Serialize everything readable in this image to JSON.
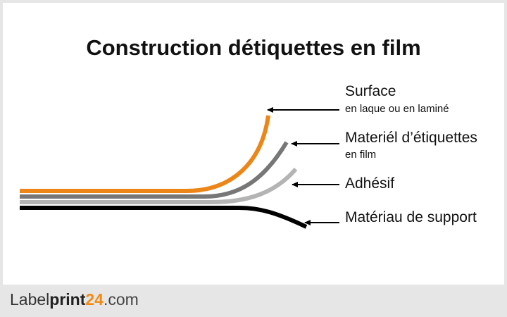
{
  "title": "Construction détiquettes en film",
  "labels": {
    "surface": {
      "main": "Surface",
      "sub": "en laque ou en laminé"
    },
    "materiel": {
      "main": "Materiél d’étiquettes",
      "sub": "en film"
    },
    "adhesif": {
      "main": "Adhésif"
    },
    "support": {
      "main": "Matériau de support"
    }
  },
  "layers": [
    {
      "name": "surface",
      "color": "#ec8618"
    },
    {
      "name": "materiel",
      "color": "#777777"
    },
    {
      "name": "adhesif",
      "color": "#b4b4b4"
    },
    {
      "name": "support",
      "color": "#000000"
    }
  ],
  "logo": {
    "part_a": "Label",
    "part_b": "print",
    "part_c": "24",
    "part_d": ".com",
    "accent_color": "#f28a16"
  },
  "colors": {
    "background": "#ffffff",
    "border": "#e6e6e6",
    "arrow": "#000000"
  }
}
